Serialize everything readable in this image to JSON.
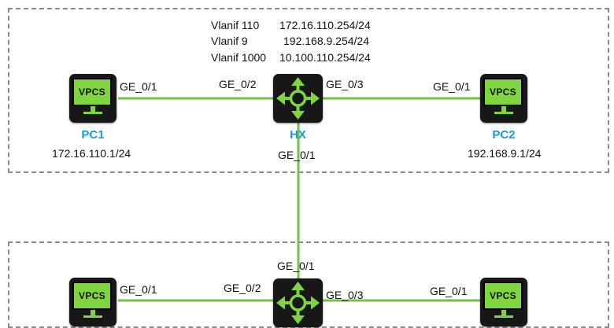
{
  "colors": {
    "link": "#73c04a",
    "router": "#7fd43f",
    "label_accent": "#1a9ad6",
    "zone_border": "#8a8a8a"
  },
  "icons": {
    "pc": "vpcs-terminal-icon",
    "router": "router-four-arrows-icon"
  },
  "top": {
    "vlanif": [
      {
        "name": "Vlanif 110",
        "ip": "172.16.110.254/24"
      },
      {
        "name": "Vlanif 9",
        "ip": "192.168.9.254/24"
      },
      {
        "name": "Vlanif 1000",
        "ip": "10.100.110.254/24"
      }
    ],
    "pc1": {
      "screen": "VPCS",
      "name": "PC1",
      "ip": "172.16.110.1/24",
      "port": "GE_0/1"
    },
    "router": {
      "name": "HX",
      "port_left": "GE_0/2",
      "port_right": "GE_0/3",
      "port_down": "GE_0/1"
    },
    "pc2": {
      "screen": "VPCS",
      "name": "PC2",
      "ip": "192.168.9.1/24",
      "port": "GE_0/1"
    }
  },
  "bottom": {
    "pc_left": {
      "screen": "VPCS",
      "port": "GE_0/1"
    },
    "router": {
      "port_up": "GE_0/1",
      "port_left": "GE_0/2",
      "port_right": "GE_0/3"
    },
    "pc_right": {
      "screen": "VPCS",
      "port": "GE_0/1"
    }
  }
}
